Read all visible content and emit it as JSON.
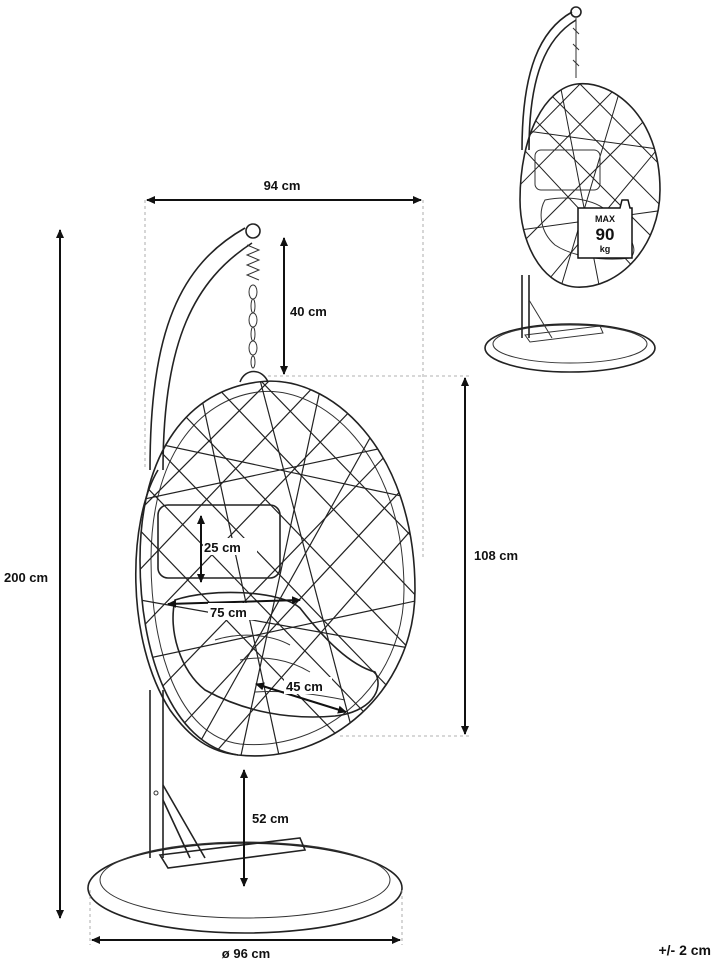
{
  "dimensions": {
    "width": "94 cm",
    "chain": "40 cm",
    "total_height": "200 cm",
    "basket_height": "108 cm",
    "cushion_height": "25 cm",
    "cushion_width": "75 cm",
    "seat_depth": "45 cm",
    "seat_height": "52 cm",
    "base_diameter": "ø 96 cm"
  },
  "tolerance": "+/- 2 cm",
  "badge": {
    "line1": "MAX",
    "line2": "90",
    "line3": "kg"
  }
}
